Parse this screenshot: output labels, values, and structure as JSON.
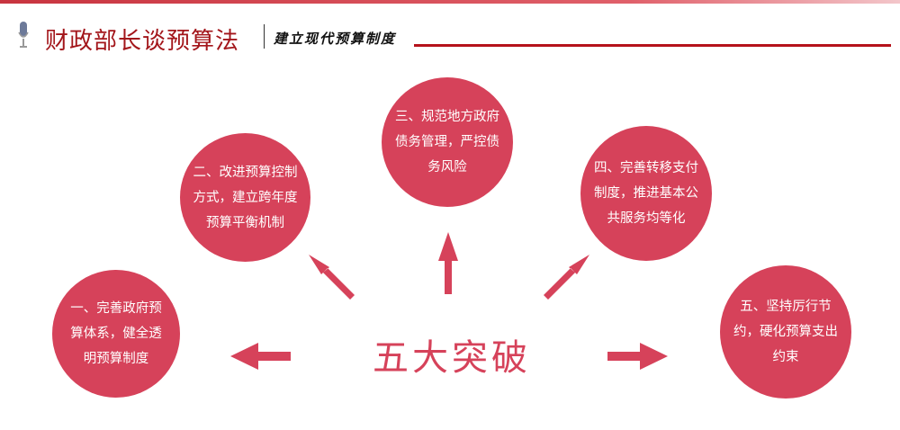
{
  "header": {
    "title": "财政部长谈预算法",
    "slogan": "建立现代预算制度"
  },
  "center_label": "五大突破",
  "breakthroughs": [
    {
      "text": "一、完善政府预算体系，健全透明预算制度"
    },
    {
      "text": "二、改进预算控制方式，建立跨年度预算平衡机制"
    },
    {
      "text": "三、规范地方政府债务管理，严控债务风险"
    },
    {
      "text": "四、完善转移支付制度，推进基本公共服务均等化"
    },
    {
      "text": "五、坚持厉行节约，硬化预算支出约束"
    }
  ],
  "colors": {
    "accent": "#d6425a",
    "title": "#a3161b"
  }
}
